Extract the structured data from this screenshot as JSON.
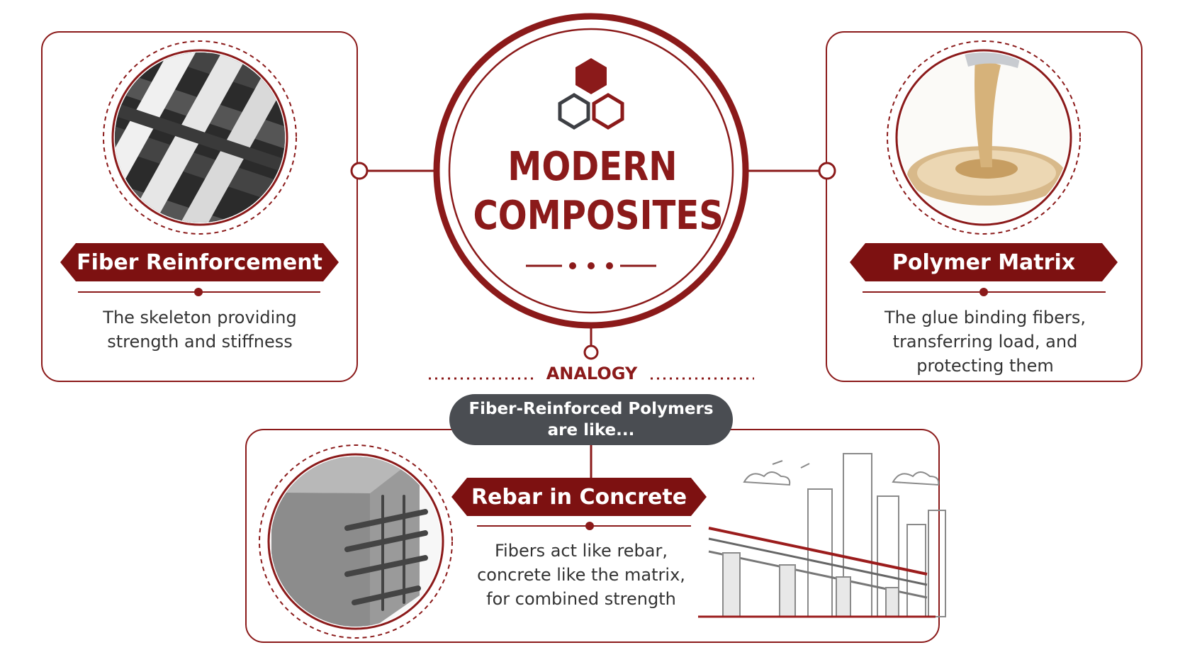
{
  "hub": {
    "title_line1": "MODERN",
    "title_line2": "COMPOSITES"
  },
  "fiber": {
    "title": "Fiber Reinforcement",
    "description": "The skeleton providing\nstrength and stiffness",
    "image_icon": "woven-fibers-image"
  },
  "polymer": {
    "title": "Polymer Matrix",
    "description": "The glue binding fibers,\ntransferring load, and\nprotecting them",
    "image_icon": "pouring-resin-image"
  },
  "analogy": {
    "label": "ANALOGY",
    "pill_line1": "Fiber-Reinforced Polymers",
    "pill_line2": "are like...",
    "title": "Rebar in Concrete",
    "description": "Fibers act like rebar,\nconcrete like the matrix,\nfor combined strength",
    "left_image_icon": "rebar-concrete-block-image",
    "right_image_icon": "bridge-cityscape-sketch-image"
  },
  "colors": {
    "accent": "#8b1a1a",
    "accent_dark": "#7d1111",
    "pill": "#4a4d52",
    "hex_outline": "#3d3f44"
  }
}
